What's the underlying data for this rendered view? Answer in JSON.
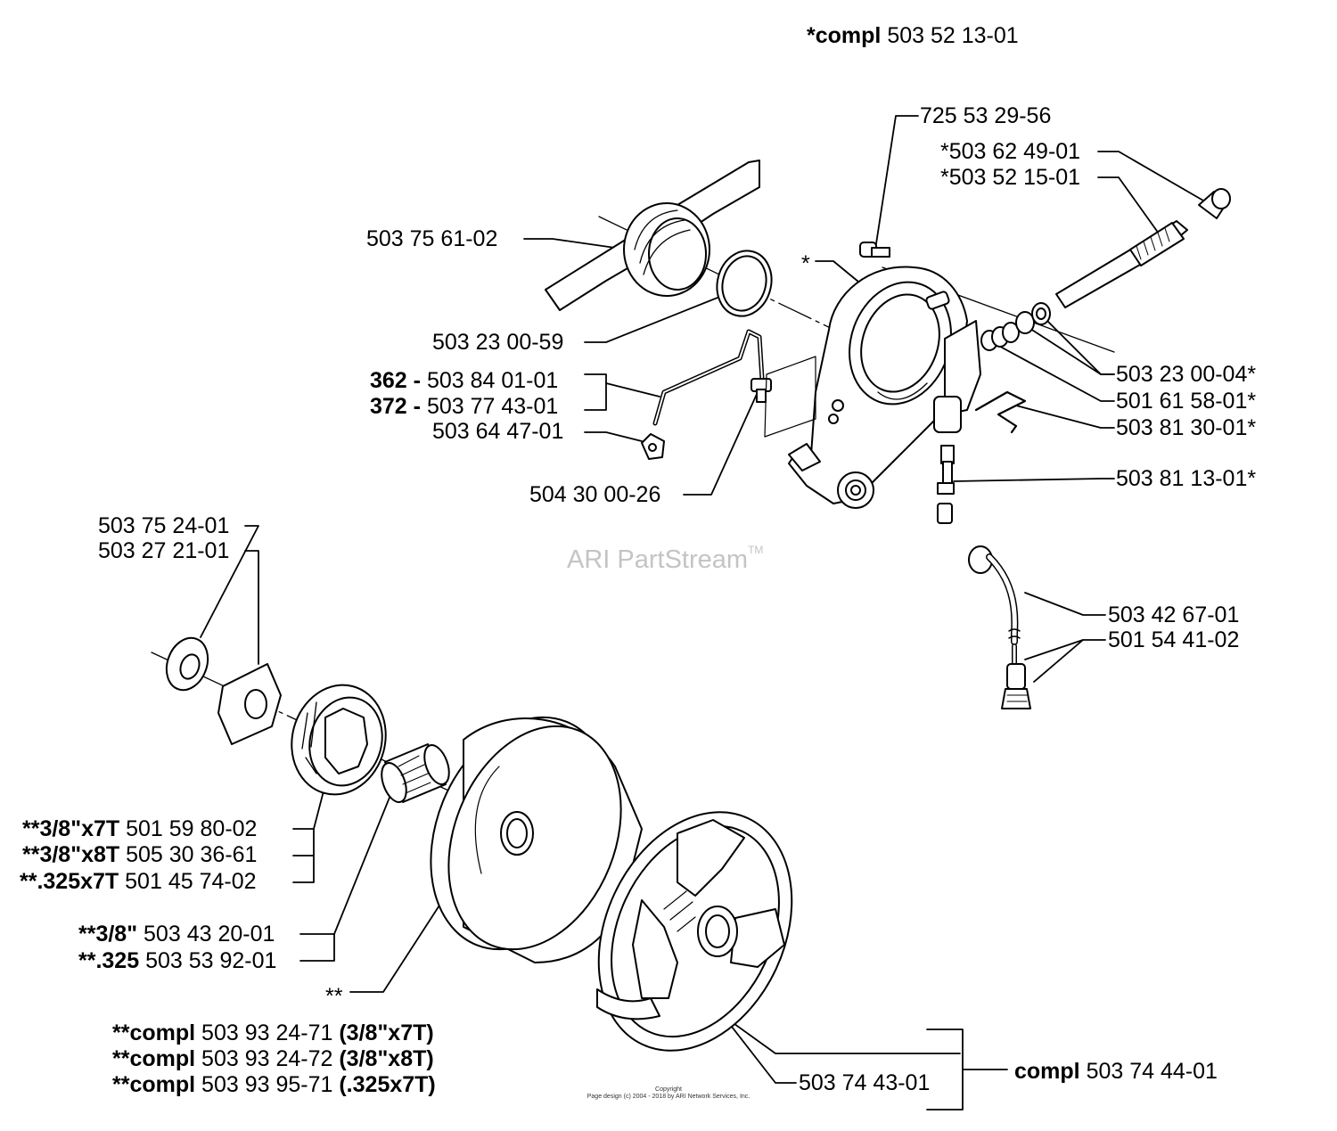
{
  "labels": {
    "top_compl": {
      "prefix": "*compl",
      "value": "503 52 13-01"
    },
    "p_725_53_29_56": "725 53 29-56",
    "p_503_62_49_01": "*503 62 49-01",
    "p_503_52_15_01": "*503 52 15-01",
    "p_503_75_61_02": "503 75 61-02",
    "star": "*",
    "p_503_23_00_59": "503 23 00-59",
    "p_362": {
      "prefix": "362 -",
      "value": "503 84 01-01"
    },
    "p_372": {
      "prefix": "372 -",
      "value": "503 77 43-01"
    },
    "p_503_64_47_01": "503 64 47-01",
    "p_504_30_00_26": "504 30 00-26",
    "p_503_23_00_04": "503 23 00-04*",
    "p_501_61_58_01": "501 61 58-01*",
    "p_503_81_30_01": "503 81 30-01*",
    "p_503_81_13_01": "503 81 13-01*",
    "p_503_75_24_01": "503 75 24-01",
    "p_503_27_21_01": "503 27 21-01",
    "p_503_42_67_01": "503 42 67-01",
    "p_501_54_41_02": "501 54 41-02",
    "sprocket_1": {
      "prefix": "**3/8\"x7T",
      "value": "501 59 80-02"
    },
    "sprocket_2": {
      "prefix": "**3/8\"x8T",
      "value": "505 30 36-61"
    },
    "sprocket_3": {
      "prefix": "**.325x7T",
      "value": "501 45 74-02"
    },
    "bearing_1": {
      "prefix": "**3/8\"",
      "value": "503 43 20-01"
    },
    "bearing_2": {
      "prefix": "**.325",
      "value": "503 53 92-01"
    },
    "double_star": "**",
    "drum_1": {
      "prefix": "**compl",
      "value": "503 93 24-71",
      "suffix": "(3/8\"x7T)"
    },
    "drum_2": {
      "prefix": "**compl",
      "value": "503 93 24-72",
      "suffix": "(3/8\"x8T)"
    },
    "drum_3": {
      "prefix": "**compl",
      "value": "503 93 95-71",
      "suffix": "(.325x7T)"
    },
    "p_503_74_43_01": "503 74 43-01",
    "clutch_compl": {
      "prefix": "compl",
      "value": "503 74 44-01"
    }
  },
  "watermark": {
    "text": "ARI PartStream",
    "mark": "TM"
  },
  "copyright": {
    "line1": "Copyright",
    "line2": "Page design (c) 2004 - 2018 by ARI Network Services, Inc."
  }
}
